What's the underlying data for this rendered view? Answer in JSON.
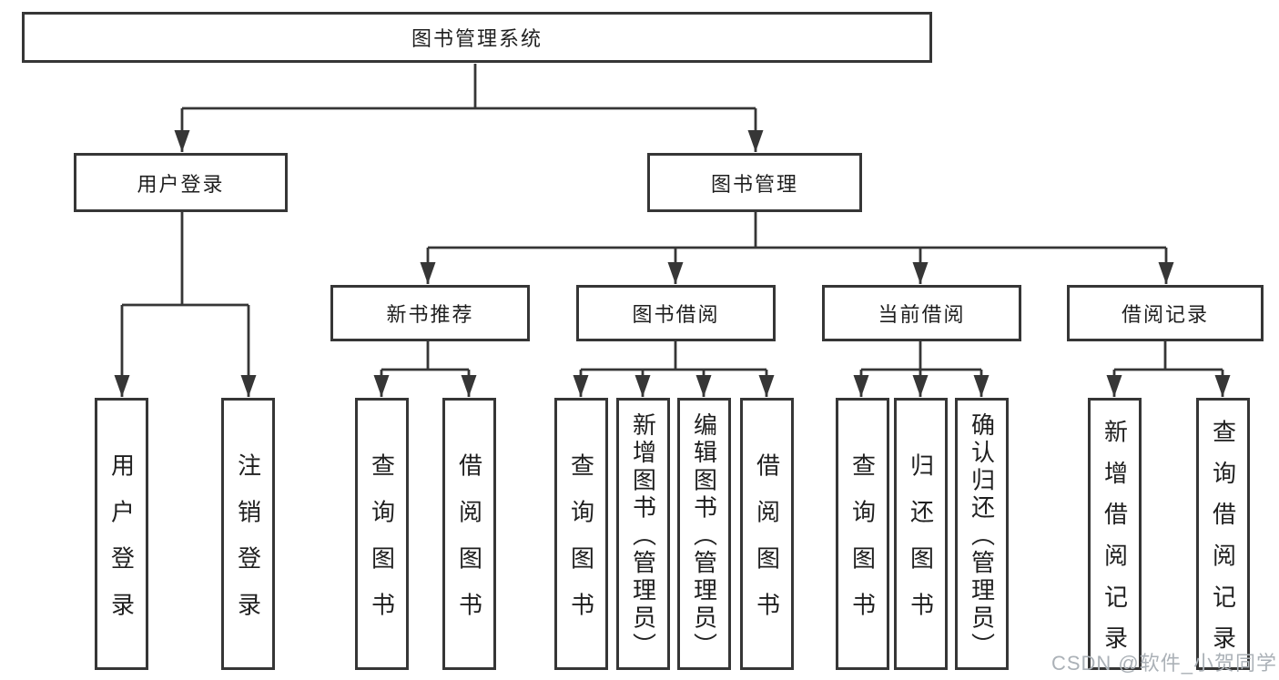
{
  "tree": {
    "root": {
      "label": "图书管理系统"
    },
    "children": [
      {
        "label": "用户登录",
        "children": [
          {
            "label": "用户登录"
          },
          {
            "label": "注销登录"
          }
        ]
      },
      {
        "label": "图书管理",
        "children": [
          {
            "label": "新书推荐",
            "children": [
              {
                "label": "查询图书"
              },
              {
                "label": "借阅图书"
              }
            ]
          },
          {
            "label": "图书借阅",
            "children": [
              {
                "label": "查询图书"
              },
              {
                "label": "新增图书（管理员）"
              },
              {
                "label": "编辑图书（管理员）"
              },
              {
                "label": "借阅图书"
              }
            ]
          },
          {
            "label": "当前借阅",
            "children": [
              {
                "label": "查询图书"
              },
              {
                "label": "归还图书"
              },
              {
                "label": "确认归还（管理员）"
              }
            ]
          },
          {
            "label": "借阅记录",
            "children": [
              {
                "label": "新增借阅记录"
              },
              {
                "label": "查询借阅记录"
              }
            ]
          }
        ]
      }
    ]
  },
  "watermark": {
    "text": "CSDN @软件_小贺同学"
  },
  "colors": {
    "line": "#363636",
    "text": "#1f1f1f",
    "watermark": "#abb1b7",
    "background": "#ffffff"
  }
}
